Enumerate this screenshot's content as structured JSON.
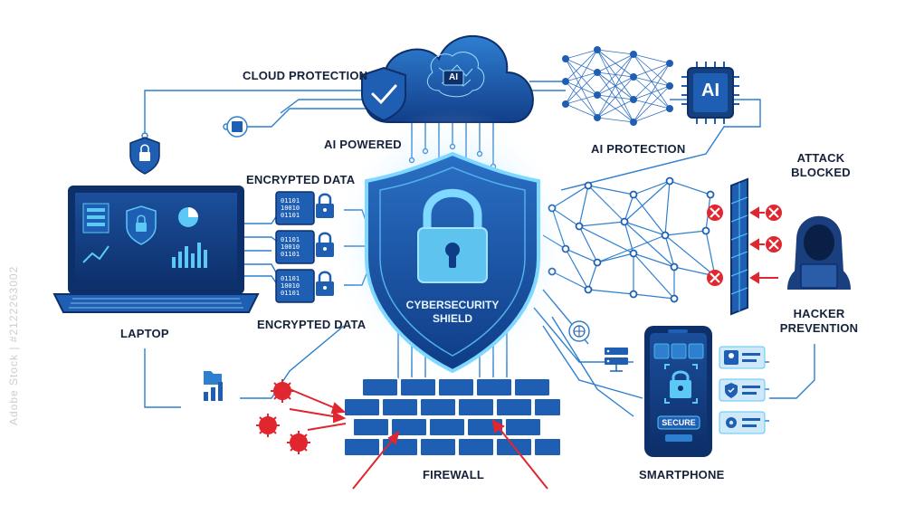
{
  "labels": {
    "cloud_protection": "CLOUD PROTECTION",
    "ai_powered": "AI POWERED",
    "ai_protection": "AI PROTECTION",
    "encrypted_data_top": "ENCRYPTED DATA",
    "encrypted_data_bottom": "ENCRYPTED DATA",
    "laptop": "LAPTOP",
    "attack_blocked_1": "ATTACK",
    "attack_blocked_2": "BLOCKED",
    "hacker_prevention_1": "HACKER",
    "hacker_prevention_2": "PREVENTION",
    "firewall": "FIREWALL",
    "smartphone": "SMARTPHONE",
    "shield_line1": "CYBERSECURITY",
    "shield_line2": "SHIELD",
    "phone_status": "SECURE",
    "cloud_chip": "AI",
    "ai_chip": "AI"
  },
  "binary": {
    "block1": "01101\n10010\n01101",
    "block2": "01101\n10010\n01101",
    "block3": "01101\n10010\n01101"
  },
  "watermark": "Adobe Stock | #2122263002",
  "colors": {
    "navy": "#10306b",
    "blue": "#1f5fb3",
    "cyan": "#5bc8f5",
    "light": "#bfe6fb",
    "red": "#e0262f",
    "line": "#2e7fd0"
  },
  "icons": [
    "shield-lock-icon",
    "cloud-icon",
    "brain-icon",
    "neural-network-icon",
    "ai-chip-icon",
    "laptop-icon",
    "lock-icon",
    "folder-icon",
    "bar-chart-icon",
    "virus-icon",
    "firewall-icon",
    "hacker-icon",
    "block-icon",
    "smartphone-icon",
    "server-icon",
    "globe-icon",
    "gear-icon",
    "check-icon"
  ]
}
